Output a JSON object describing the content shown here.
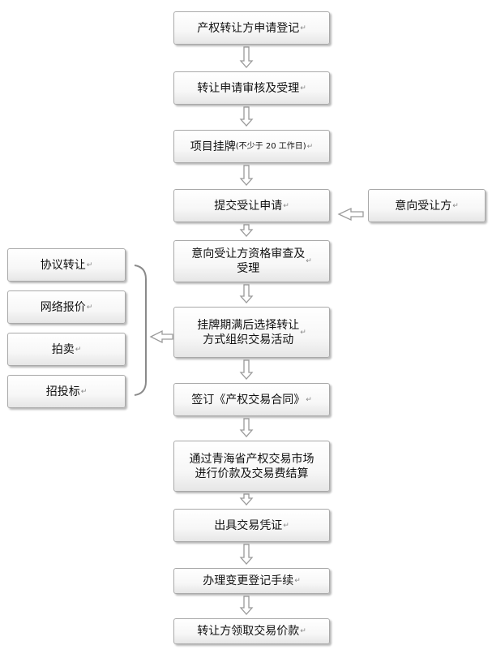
{
  "flow": {
    "steps": [
      {
        "text": "产权转让方申请登记"
      },
      {
        "text": "转让申请审核及受理"
      },
      {
        "text": "项目挂牌",
        "small": "(不少于 20 工作日)"
      },
      {
        "text": "提交受让申请"
      },
      {
        "text": "意向受让方资格审查及\n受理"
      },
      {
        "text": "挂牌期满后选择转让\n方式组织交易活动"
      },
      {
        "text": "签订《产权交易合同》"
      },
      {
        "text": "通过青海省产权交易市场\n进行价款及交易费结算"
      },
      {
        "text": "出具交易凭证"
      },
      {
        "text": "办理变更登记手续"
      },
      {
        "text": "转让方领取交易价款"
      }
    ],
    "side_box": {
      "text": "意向受让方"
    },
    "methods": [
      {
        "text": "协议转让"
      },
      {
        "text": "网络报价"
      },
      {
        "text": "拍卖"
      },
      {
        "text": "招投标"
      }
    ],
    "return_mark": "↵"
  },
  "colors": {
    "border": "#a9a9a9",
    "arrow": "#9a9a9a",
    "bracket": "#8a8a8a"
  }
}
